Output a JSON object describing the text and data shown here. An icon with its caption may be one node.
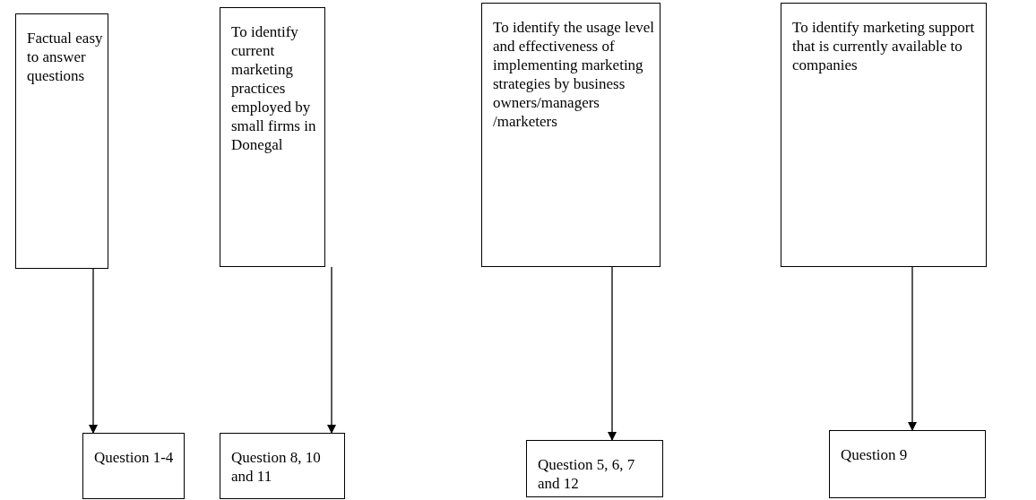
{
  "diagram": {
    "nodes": [
      {
        "text": [
          "Factual easy to answer questions"
        ]
      },
      {
        "text": [
          "To identify current marketing practices employed by small firms in Donegal"
        ]
      },
      {
        "text": [
          "To identify the usage level and effectiveness of implementing marketing strategies by business owners/managers /marketers"
        ]
      },
      {
        "text": [
          "To identify marketing support that is currently available to companies"
        ]
      },
      {
        "text": [
          "Question 1-4"
        ]
      },
      {
        "text": [
          "Question 8, 10 and 11"
        ]
      },
      {
        "text": [
          "Question 5, 6, 7 and 12"
        ]
      },
      {
        "text": [
          "Question 9"
        ]
      }
    ],
    "edges": [
      {
        "from": 0,
        "to": 4,
        "arrow": "to"
      },
      {
        "from": 1,
        "to": 5,
        "arrow": "to"
      },
      {
        "from": 2,
        "to": 6,
        "arrow": "to"
      },
      {
        "from": 3,
        "to": 7,
        "arrow": "to"
      }
    ]
  }
}
